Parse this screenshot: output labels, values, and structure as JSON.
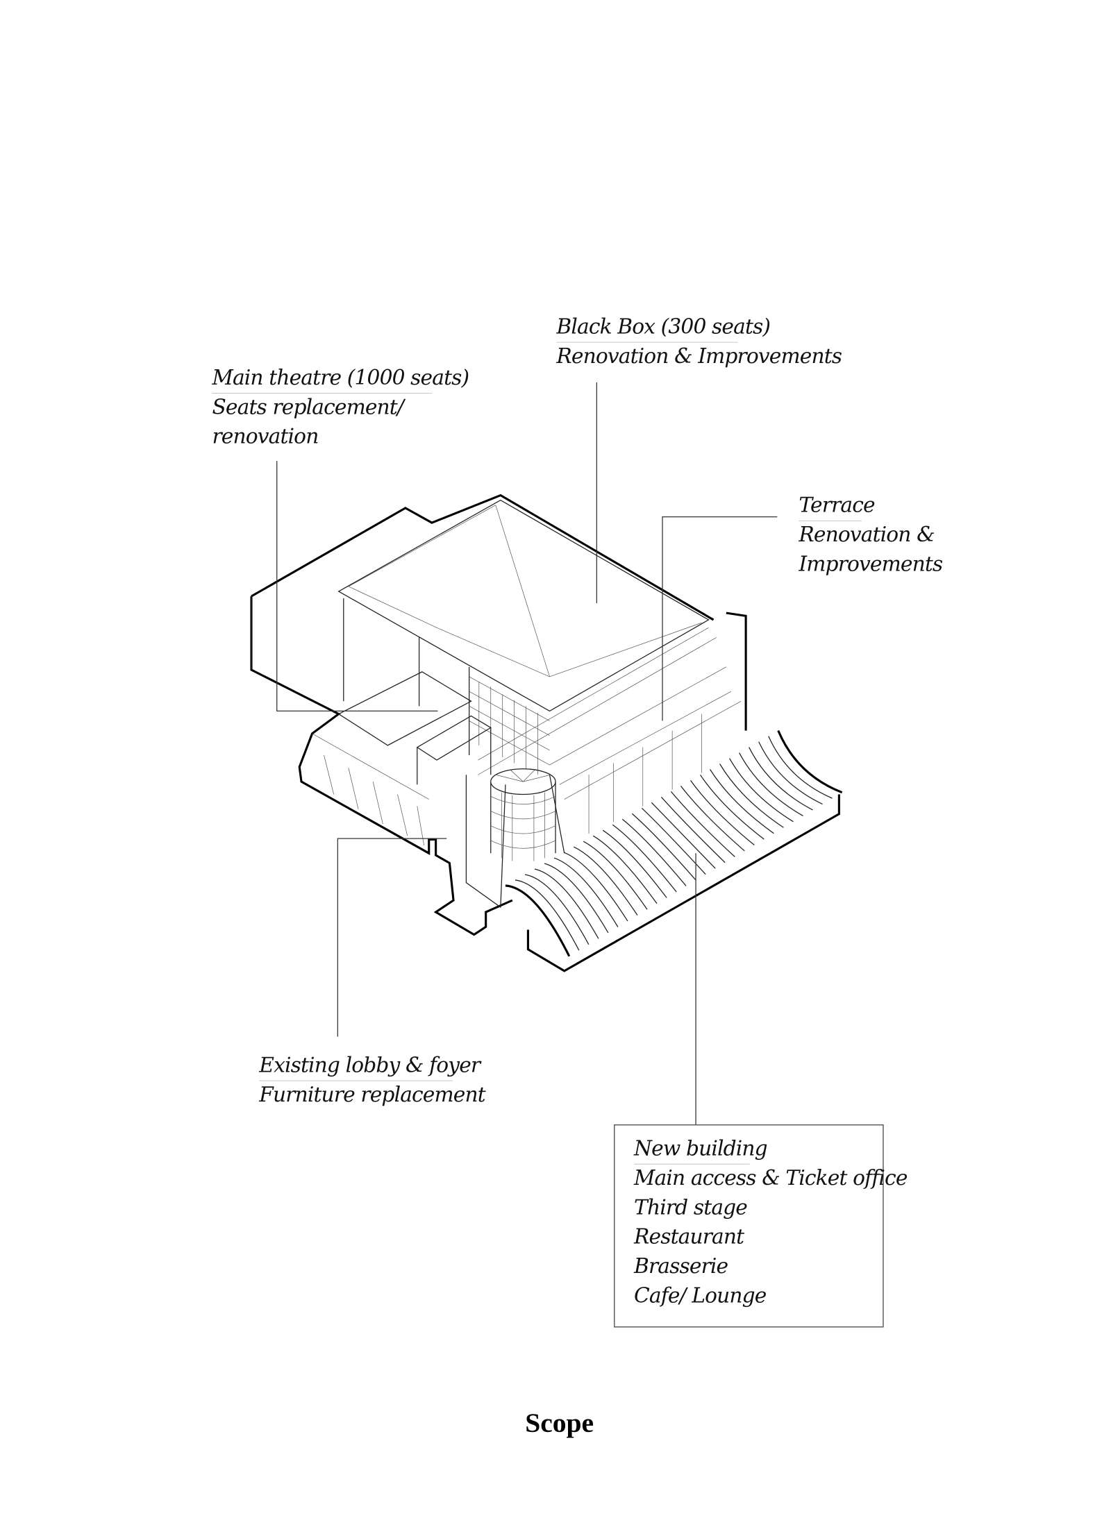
{
  "title": "Scope",
  "callouts": {
    "main_theatre": {
      "lines": [
        "Main theatre (1000 seats)",
        "Seats replacement/",
        "renovation"
      ]
    },
    "black_box": {
      "lines": [
        "Black Box (300 seats)",
        "Renovation & Improvements"
      ]
    },
    "terrace": {
      "lines": [
        "Terrace",
        "Renovation &",
        "Improvements"
      ]
    },
    "lobby": {
      "lines": [
        "Existing lobby & foyer",
        "Furniture replacement"
      ]
    },
    "new_building": {
      "lines": [
        "New building",
        "Main access & Ticket office",
        "Third stage",
        "Restaurant",
        "Brasserie",
        "Cafe/ Lounge"
      ]
    }
  }
}
